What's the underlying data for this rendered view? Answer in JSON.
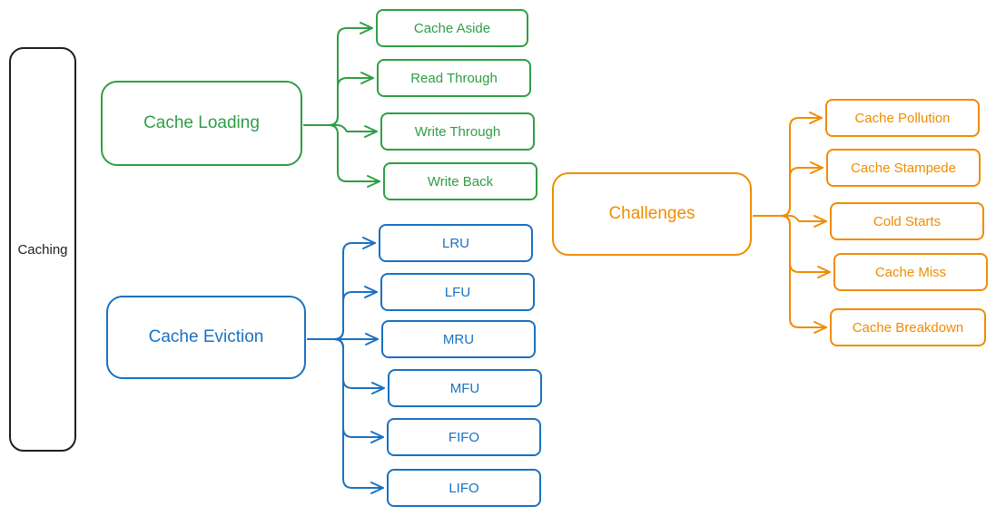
{
  "root": {
    "label": "Caching"
  },
  "groups": [
    {
      "id": "loading",
      "label": "Cache Loading",
      "color": "#2f9e44",
      "items": [
        "Cache Aside",
        "Read Through",
        "Write Through",
        "Write Back"
      ]
    },
    {
      "id": "eviction",
      "label": "Cache Eviction",
      "color": "#1971c2",
      "items": [
        "LRU",
        "LFU",
        "MRU",
        "MFU",
        "FIFO",
        "LIFO"
      ]
    },
    {
      "id": "challenges",
      "label": "Challenges",
      "color": "#f08c00",
      "items": [
        "Cache Pollution",
        "Cache Stampede",
        "Cold Starts",
        "Cache Miss",
        "Cache Breakdown"
      ]
    }
  ]
}
